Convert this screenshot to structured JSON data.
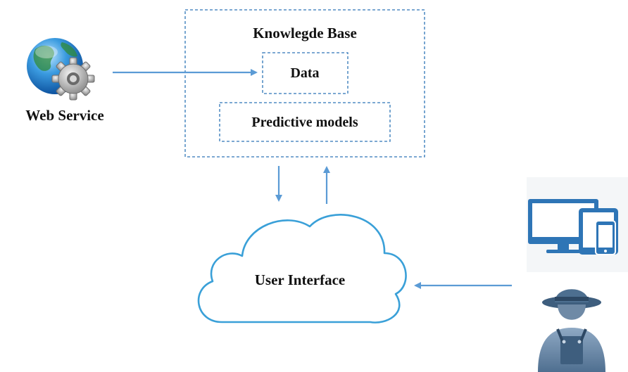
{
  "knowledge_base": {
    "title": "Knowlegde Base",
    "data_label": "Data",
    "models_label": "Predictive models"
  },
  "web_service": {
    "label": "Web Service",
    "icon": "globe-gear-icon"
  },
  "user_interface": {
    "label": "User Interface",
    "icon": "cloud-icon"
  },
  "devices": {
    "icon": "devices-icon"
  },
  "user": {
    "icon": "farmer-icon"
  },
  "colors": {
    "box_border": "#2e75b6",
    "arrow": "#5b9bd5",
    "cloud_stroke": "#3aa0d8",
    "device_blue": "#2e75b6"
  }
}
